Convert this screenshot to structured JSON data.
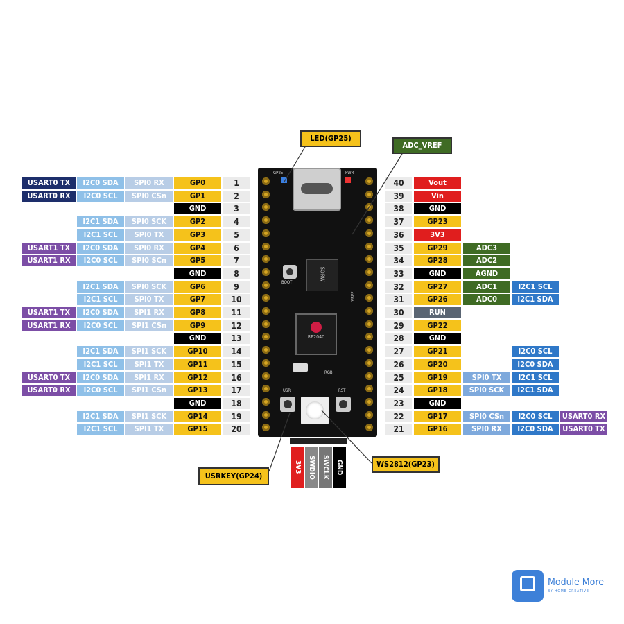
{
  "colors": {
    "gp": "#f5c21b",
    "gnd": "#000000",
    "i2c": "#8fc0e8",
    "spi": "#b8cde6",
    "usart_navy": "#1d2e6b",
    "usart_purple": "#7c4ea6",
    "power_red": "#e01e1e",
    "adc_green": "#3f6b24",
    "run_gray": "#5a6573",
    "num": "#ebebeb"
  },
  "left_rows": [
    {
      "num": "1",
      "gp": "GP0",
      "spi": "SPI0 RX",
      "i2c": "I2C0 SDA",
      "usart": "USART0 TX",
      "usart_style": "navy"
    },
    {
      "num": "2",
      "gp": "GP1",
      "spi": "SPI0 CSn",
      "i2c": "I2C0 SCL",
      "usart": "USART0 RX",
      "usart_style": "navy"
    },
    {
      "num": "3",
      "gp": "GND"
    },
    {
      "num": "4",
      "gp": "GP2",
      "spi": "SPI0 SCK",
      "i2c": "I2C1 SDA"
    },
    {
      "num": "5",
      "gp": "GP3",
      "spi": "SPI0 TX",
      "i2c": "I2C1 SCL"
    },
    {
      "num": "6",
      "gp": "GP4",
      "spi": "SPI0 RX",
      "i2c": "I2C0 SDA",
      "usart": "USART1 TX",
      "usart_style": "purple"
    },
    {
      "num": "7",
      "gp": "GP5",
      "spi": "SPI0 SCn",
      "i2c": "I2C0 SCL",
      "usart": "USART1 RX",
      "usart_style": "purple"
    },
    {
      "num": "8",
      "gp": "GND"
    },
    {
      "num": "9",
      "gp": "GP6",
      "spi": "SPI0 SCK",
      "i2c": "I2C1 SDA"
    },
    {
      "num": "10",
      "gp": "GP7",
      "spi": "SPI0 TX",
      "i2c": "I2C1 SCL"
    },
    {
      "num": "11",
      "gp": "GP8",
      "spi": "SPI1 RX",
      "i2c": "I2C0 SDA",
      "usart": "USART1 TX",
      "usart_style": "purple"
    },
    {
      "num": "12",
      "gp": "GP9",
      "spi": "SPI1 CSn",
      "i2c": "I2C0 SCL",
      "usart": "USART1 RX",
      "usart_style": "purple"
    },
    {
      "num": "13",
      "gp": "GND"
    },
    {
      "num": "14",
      "gp": "GP10",
      "spi": "SPI1 SCK",
      "i2c": "I2C1 SDA"
    },
    {
      "num": "15",
      "gp": "GP11",
      "spi": "SPI1 TX",
      "i2c": "I2C1 SCL"
    },
    {
      "num": "16",
      "gp": "GP12",
      "spi": "SPI1 RX",
      "i2c": "I2C0 SDA",
      "usart": "USART0 TX",
      "usart_style": "purple"
    },
    {
      "num": "17",
      "gp": "GP13",
      "spi": "SPI1 CSn",
      "i2c": "I2C0 SCL",
      "usart": "USART0 RX",
      "usart_style": "purple"
    },
    {
      "num": "18",
      "gp": "GND"
    },
    {
      "num": "19",
      "gp": "GP14",
      "spi": "SPI1 SCK",
      "i2c": "I2C1 SDA"
    },
    {
      "num": "20",
      "gp": "GP15",
      "spi": "SPI1 TX",
      "i2c": "I2C1 SCL"
    }
  ],
  "right_rows": [
    {
      "num": "40",
      "gp": "Vout",
      "gp_style": "red"
    },
    {
      "num": "39",
      "gp": "Vin",
      "gp_style": "red"
    },
    {
      "num": "38",
      "gp": "GND",
      "gp_style": "gnd"
    },
    {
      "num": "37",
      "gp": "GP23"
    },
    {
      "num": "36",
      "gp": "3V3",
      "gp_style": "red"
    },
    {
      "num": "35",
      "gp": "GP29",
      "c1": "ADC3",
      "c1_style": "green"
    },
    {
      "num": "34",
      "gp": "GP28",
      "c1": "ADC2",
      "c1_style": "green"
    },
    {
      "num": "33",
      "gp": "GND",
      "gp_style": "gnd",
      "c1": "AGND",
      "c1_style": "green"
    },
    {
      "num": "32",
      "gp": "GP27",
      "c1": "ADC1",
      "c1_style": "green",
      "c2": "I2C1 SCL",
      "c2_style": "i2cdark"
    },
    {
      "num": "31",
      "gp": "GP26",
      "c1": "ADC0",
      "c1_style": "green",
      "c2": "I2C1 SDA",
      "c2_style": "i2cdark"
    },
    {
      "num": "30",
      "gp": "RUN",
      "gp_style": "run"
    },
    {
      "num": "29",
      "gp": "GP22"
    },
    {
      "num": "28",
      "gp": "GND",
      "gp_style": "gnd"
    },
    {
      "num": "27",
      "gp": "GP21",
      "c2": "I2C0 SCL",
      "c2_style": "i2cdark"
    },
    {
      "num": "26",
      "gp": "GP20",
      "c2": "I2C0 SDA",
      "c2_style": "i2cdark"
    },
    {
      "num": "25",
      "gp": "GP19",
      "c1": "SPI0 TX",
      "c1_style": "spidark",
      "c2": "I2C1 SCL",
      "c2_style": "i2cdark"
    },
    {
      "num": "24",
      "gp": "GP18",
      "c1": "SPI0 SCK",
      "c1_style": "spidark",
      "c2": "I2C1 SDA",
      "c2_style": "i2cdark"
    },
    {
      "num": "23",
      "gp": "GND",
      "gp_style": "gnd"
    },
    {
      "num": "22",
      "gp": "GP17",
      "c1": "SPI0 CSn",
      "c1_style": "spidark",
      "c2": "I2C0 SCL",
      "c2_style": "i2cdark",
      "c3": "USART0 RX"
    },
    {
      "num": "21",
      "gp": "GP16",
      "c1": "SPI0 RX",
      "c1_style": "spidark",
      "c2": "I2C0 SDA",
      "c2_style": "i2cdark",
      "c3": "USART0 TX"
    }
  ],
  "callouts": {
    "led": "LED(GP25)",
    "adc_vref": "ADC_VREF",
    "userkey": "USRKEY(GP24)",
    "ws2812": "WS2812(GP23)"
  },
  "swd_pins": [
    {
      "label": "3V3",
      "color": "#e01e1e"
    },
    {
      "label": "SWDIO",
      "color": "#888888"
    },
    {
      "label": "SWCLK",
      "color": "#777777"
    },
    {
      "label": "GND",
      "color": "#000000"
    }
  ],
  "board": {
    "chip_top": "SQRW",
    "chip_main": "RP2040",
    "silk_gp25": "GP25",
    "silk_pwr": "PWR",
    "silk_boot": "BOOT",
    "silk_rst": "RST",
    "silk_usr": "USR",
    "silk_rgb": "RGB",
    "silk_vref": "VREF"
  },
  "brand": {
    "name": "Module More",
    "tagline": "BY HOME CREATIVE"
  }
}
